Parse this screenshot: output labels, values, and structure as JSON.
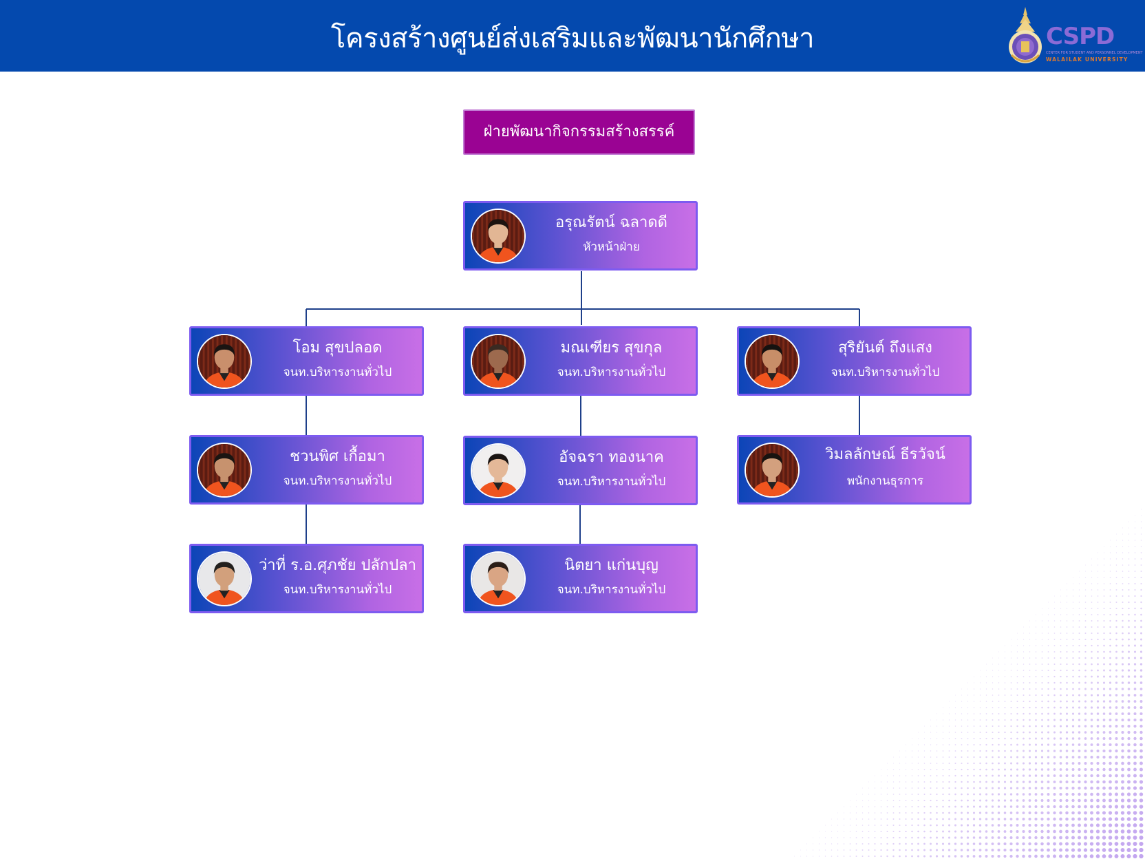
{
  "header": {
    "title": "โครงสร้างศูนย์ส่งเสริมและพัฒนานักศึกษา",
    "logo_text": "CSPD",
    "logo_subtitle": "CENTER FOR STUDENT AND PERSONNEL DEVELOPMENT",
    "logo_university": "WALAILAK UNIVERSITY"
  },
  "department": {
    "title": "ฝ่ายพัฒนากิจกรรมสร้างสรรค์"
  },
  "org": {
    "head": {
      "name": "อรุณรัตน์ ฉลาดดี",
      "role": "หัวหน้าฝ่าย"
    },
    "col1": [
      {
        "name": "โอม สุขปลอด",
        "role": "จนท.บริหารงานทั่วไป"
      },
      {
        "name": "ชวนพิศ เกื้อมา",
        "role": "จนท.บริหารงานทั่วไป"
      },
      {
        "name": "ว่าที่ ร.อ.ศุภชัย ปลักปลา",
        "role": "จนท.บริหารงานทั่วไป"
      }
    ],
    "col2": [
      {
        "name": "มณเฑียร สุขกุล",
        "role": "จนท.บริหารงานทั่วไป"
      },
      {
        "name": "อัจฉรา ทองนาค",
        "role": "จนท.บริหารงานทั่วไป"
      },
      {
        "name": "นิตยา แก่นบุญ",
        "role": "จนท.บริหารงานทั่วไป"
      }
    ],
    "col3": [
      {
        "name": "สุริยันต์ ถึงแสง",
        "role": "จนท.บริหารงานทั่วไป"
      },
      {
        "name": "วิมลลักษณ์ ธีรวัจน์",
        "role": "พนักงานธุรการ"
      }
    ]
  },
  "colors": {
    "header_bg": "#0449AE",
    "department_bg": "#9A0393",
    "card_gradient_start": "#0C45B7",
    "card_gradient_end": "#C86FE6",
    "connector": "#1E3F8A",
    "shirt": "#F0541E"
  }
}
